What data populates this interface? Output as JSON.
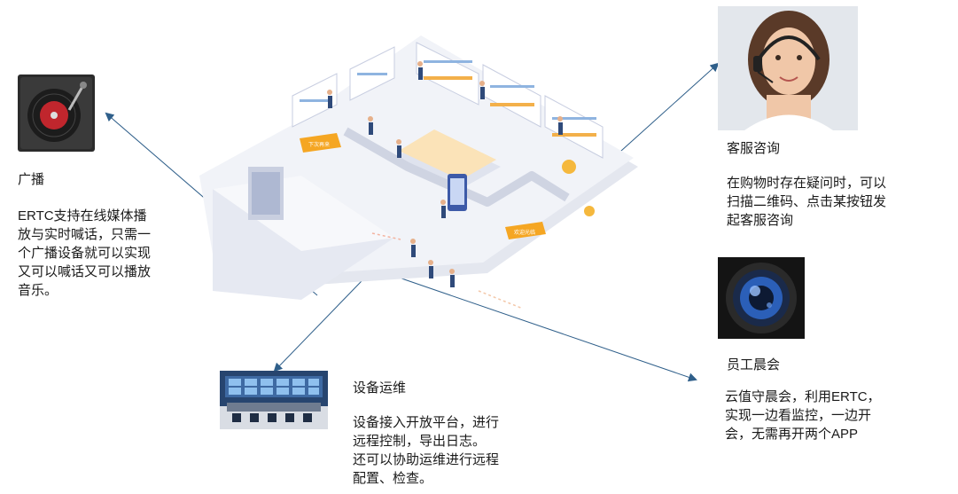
{
  "broadcast": {
    "title": "广播",
    "description": "ERTC支持在线媒体播\n放与实时喊话，只需一\n个广播设备就可以实现\n又可以喊话又可以播放\n音乐。",
    "icon": "turntable-icon"
  },
  "customer_service": {
    "title": "客服咨询",
    "description": "在购物时存在疑问时，可以\n扫描二维码、点击某按钮发\n起客服咨询",
    "icon": "headset-agent-photo"
  },
  "staff_meeting": {
    "title": "员工晨会",
    "description": "云值守晨会，利用ERTC，\n实现一边看监控，一边开\n会，无需再开两个APP",
    "icon": "camera-lens-icon"
  },
  "device_ops": {
    "title": "设备运维",
    "description": "设备接入开放平台，进行\n远程控制，导出日志。\n还可以协助运维进行远程\n配置、检查。",
    "icon": "control-room-photo"
  },
  "store": {
    "sign_left": "下次再来",
    "sign_right": "欢迎光临"
  },
  "colors": {
    "arrow": "#2f5f8a",
    "floor": "#eef0f5",
    "accent": "#f5a623"
  }
}
